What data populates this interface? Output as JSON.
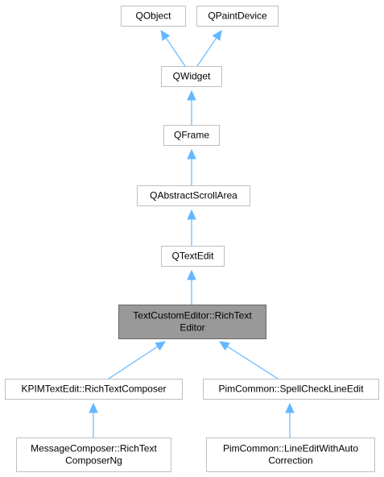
{
  "diagram": {
    "nodes": {
      "qobject": {
        "lines": [
          "QObject"
        ]
      },
      "qpaintdevice": {
        "lines": [
          "QPaintDevice"
        ]
      },
      "qwidget": {
        "lines": [
          "QWidget"
        ]
      },
      "qframe": {
        "lines": [
          "QFrame"
        ]
      },
      "qabstractscrollarea": {
        "lines": [
          "QAbstractScrollArea"
        ]
      },
      "qtextedit": {
        "lines": [
          "QTextEdit"
        ]
      },
      "richtexteditor": {
        "lines": [
          "TextCustomEditor::RichText",
          "Editor"
        ],
        "highlighted": true
      },
      "richtextcomposer": {
        "lines": [
          "KPIMTextEdit::RichTextComposer"
        ]
      },
      "spellchecklineedit": {
        "lines": [
          "PimCommon::SpellCheckLineEdit"
        ]
      },
      "richtextcomposerng": {
        "lines": [
          "MessageComposer::RichText",
          "ComposerNg"
        ]
      },
      "lineeditwithautocorrection": {
        "lines": [
          "PimCommon::LineEditWithAuto",
          "Correction"
        ]
      }
    },
    "edges": [
      {
        "from": "qwidget",
        "to": "qobject"
      },
      {
        "from": "qwidget",
        "to": "qpaintdevice"
      },
      {
        "from": "qframe",
        "to": "qwidget"
      },
      {
        "from": "qabstractscrollarea",
        "to": "qframe"
      },
      {
        "from": "qtextedit",
        "to": "qabstractscrollarea"
      },
      {
        "from": "richtexteditor",
        "to": "qtextedit"
      },
      {
        "from": "richtextcomposer",
        "to": "richtexteditor"
      },
      {
        "from": "spellchecklineedit",
        "to": "richtexteditor"
      },
      {
        "from": "richtextcomposerng",
        "to": "richtextcomposer"
      },
      {
        "from": "lineeditwithautocorrection",
        "to": "spellchecklineedit"
      }
    ],
    "colors": {
      "edge": "#63b8ff",
      "border": "#bfbfbf",
      "highlight_fill": "#999999",
      "highlight_border": "#666666"
    }
  }
}
